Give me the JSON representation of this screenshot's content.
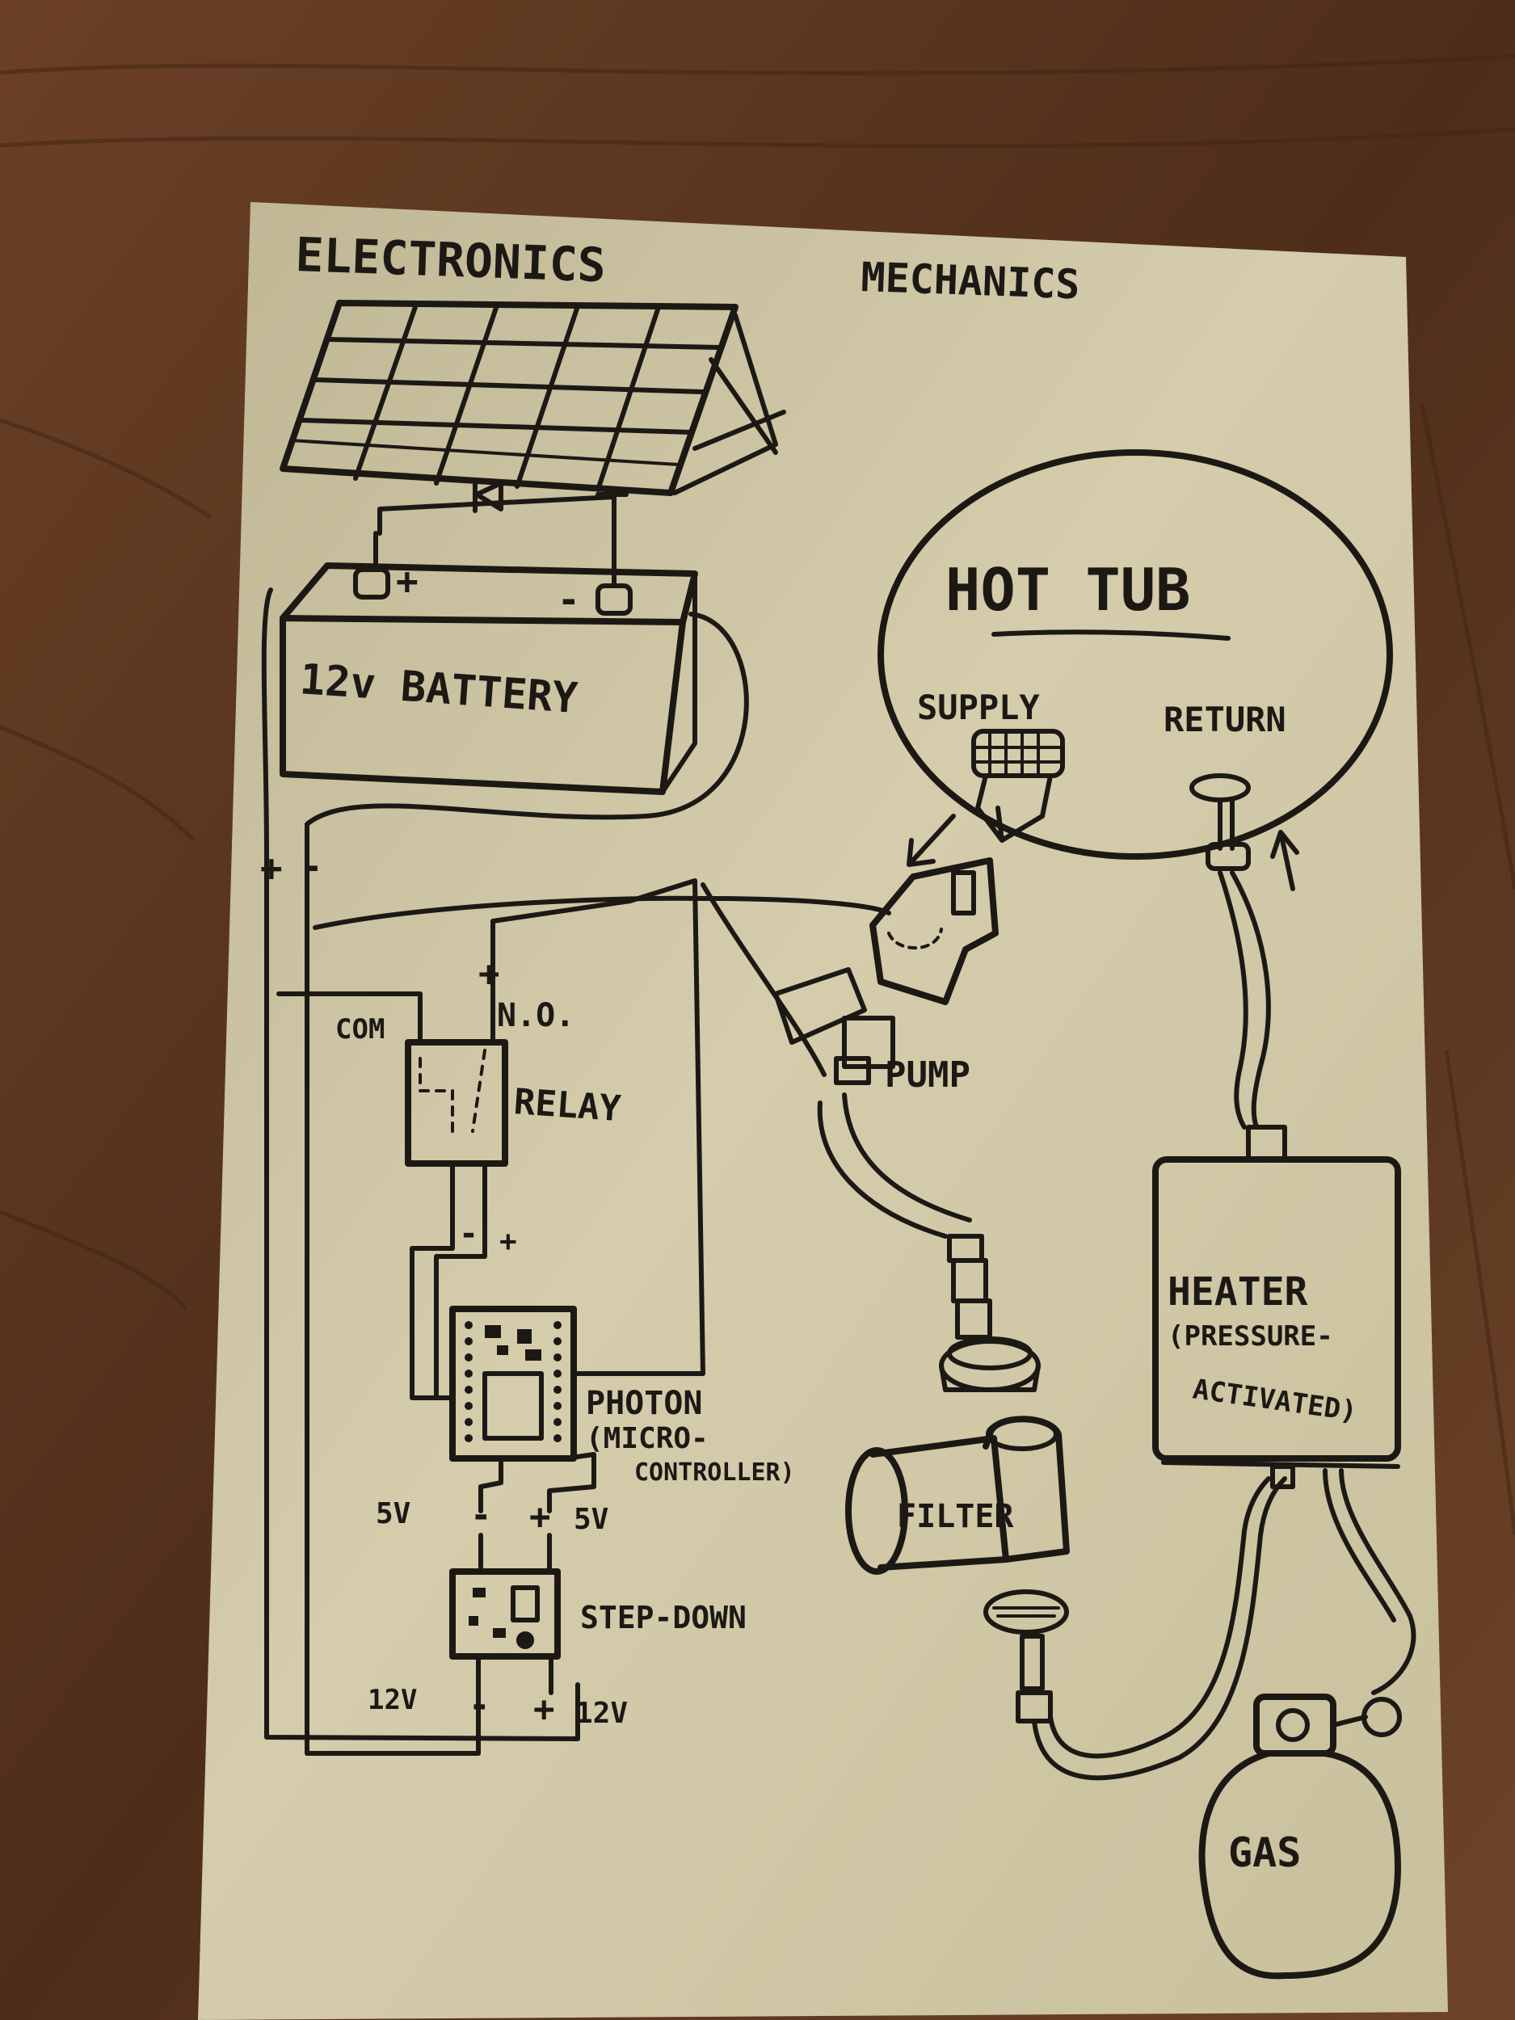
{
  "headings": {
    "electronics": "ELECTRONICS",
    "mechanics": "MECHANICS"
  },
  "components": {
    "battery": "12v BATTERY",
    "battery_pos": "+",
    "battery_neg": "-",
    "hot_tub": "HOT TUB",
    "supply": "SUPPLY",
    "return": "RETURN",
    "pump": "PUMP",
    "relay": "RELAY",
    "relay_com": "COM",
    "relay_no": "N.O.",
    "relay_plus": "+",
    "photon_l1": "PHOTON",
    "photon_l2": "(MICRO-",
    "photon_l3": "CONTROLLER)",
    "filter": "FILTER",
    "heater_l1": "HEATER",
    "heater_l2": "(PRESSURE-",
    "heater_l3": "ACTIVATED)",
    "step_down": "STEP-DOWN",
    "gas": "GAS"
  },
  "wiring": {
    "bus_plus": "+",
    "bus_minus": "-",
    "five_v_left": "5V",
    "five_v_minus": "-",
    "five_v_plus": "+",
    "five_v_right": "5V",
    "twelve_v_left": "12V",
    "twelve_v_minus": "-",
    "twelve_v_plus": "+",
    "twelve_v_right": "12V",
    "relay_minus": "-",
    "relay_plus_in": "+"
  },
  "colors": {
    "paper": "#cfc6a4",
    "ink": "#1c1915",
    "wood": "#5a3620"
  }
}
